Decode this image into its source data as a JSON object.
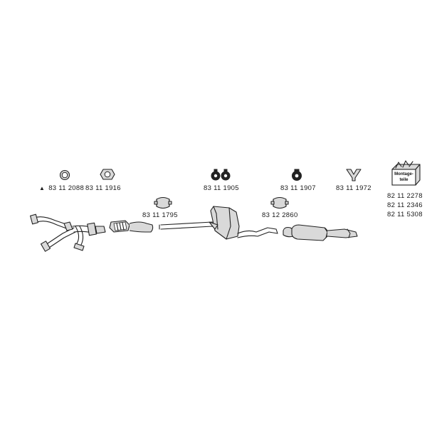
{
  "parts": {
    "gasket_ring": {
      "number": "83 11 2088",
      "marker": "▲"
    },
    "triangle_gasket": {
      "number": "83 11 1916"
    },
    "clamp_front": {
      "number": "83 11 1795"
    },
    "hanger_pair": {
      "number": "83 11 1905"
    },
    "clamp_rear": {
      "number": "83 12 2860"
    },
    "hanger_single": {
      "number": "83 11 1907"
    },
    "bracket": {
      "number": "83 11 1972"
    },
    "mounting_kit": {
      "numbers": [
        "82 11 2278",
        "82 11 2346",
        "82 11 5308"
      ],
      "box_label_line1": "Montage-",
      "box_label_line2": "teile"
    }
  }
}
